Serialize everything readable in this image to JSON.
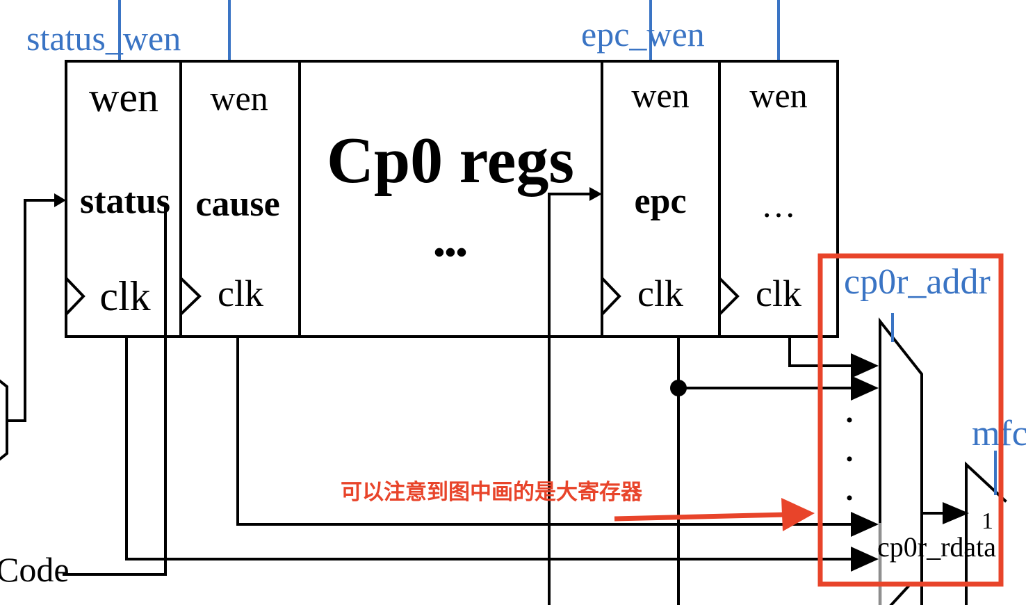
{
  "signals": {
    "status_wen": "status_wen",
    "epc_wen": "epc_wen",
    "cp0r_addr": "cp0r_addr",
    "mfc_partial": "mfc",
    "code_partial": "Code"
  },
  "registers": [
    {
      "wen": "wen",
      "name": "status",
      "clk": "clk"
    },
    {
      "wen": "wen",
      "name": "cause",
      "clk": "clk"
    },
    {
      "wen": "wen",
      "name": "epc",
      "clk": "clk"
    },
    {
      "wen": "wen",
      "name": "…",
      "clk": "clk"
    }
  ],
  "center_block": {
    "title": "Cp0 regs",
    "ellipsis": "•••"
  },
  "mux": {
    "output_label": "cp0r_rdata",
    "select_value": "1",
    "dots": "•"
  },
  "annotation": {
    "text": "可以注意到图中画的是大寄存器"
  },
  "colors": {
    "signal_blue": "#3a74c4",
    "annotation_red": "#e8442a",
    "wire": "#000000"
  }
}
